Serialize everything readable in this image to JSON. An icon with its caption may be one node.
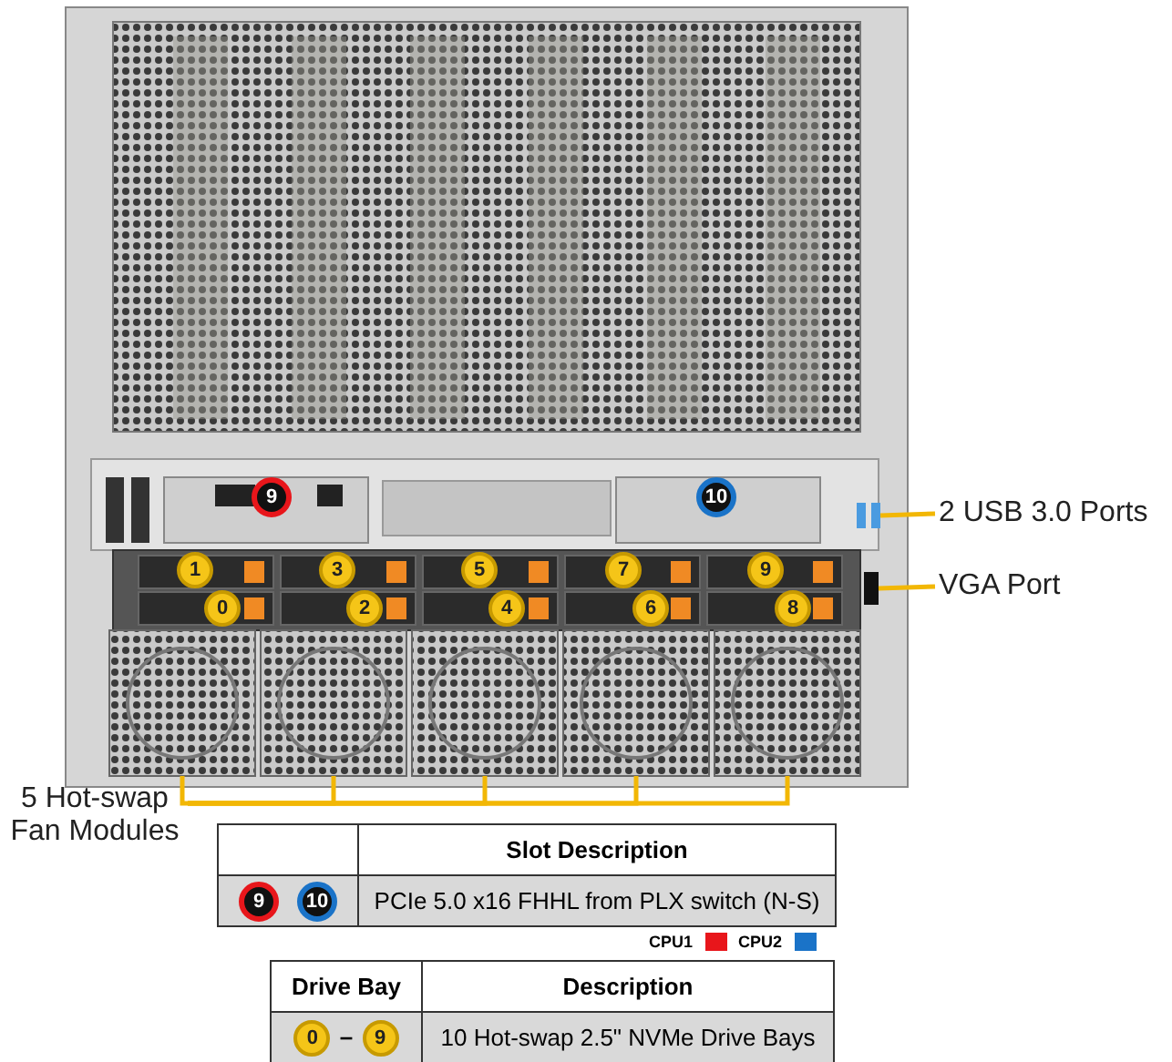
{
  "diagram": {
    "nodes": [
      {
        "text": [
          "2 USB 3.0 Ports"
        ]
      },
      {
        "text": [],
        "shape": "box"
      },
      {
        "text": [
          "VGA Port"
        ]
      },
      {
        "text": [],
        "shape": "box"
      },
      {
        "text": [
          "5 Hot-swap Fan Modules"
        ]
      },
      {
        "text": [],
        "shape": "box"
      },
      {
        "text": [],
        "shape": "box"
      },
      {
        "text": [],
        "shape": "box"
      },
      {
        "text": [],
        "shape": "box"
      },
      {
        "text": [],
        "shape": "box"
      }
    ],
    "edges": [
      {
        "from": 0,
        "to": 1,
        "arrow": "none"
      },
      {
        "from": 2,
        "to": 3,
        "arrow": "none"
      },
      {
        "from": 4,
        "to": 5,
        "arrow": "none"
      },
      {
        "from": 4,
        "to": 6,
        "arrow": "none"
      },
      {
        "from": 4,
        "to": 7,
        "arrow": "none"
      },
      {
        "from": 4,
        "to": 8,
        "arrow": "none"
      },
      {
        "from": 4,
        "to": 9,
        "arrow": "none"
      }
    ],
    "labels": [
      "9",
      "10",
      "1",
      "3",
      "5",
      "7",
      "9",
      "0",
      "2",
      "4",
      "6",
      "8",
      "Slot Description",
      "9",
      "10",
      "PCIe 5.0 x16 FHHL from PLX switch (N-S)",
      "Drive Bay",
      "Description",
      "0",
      "–",
      "9",
      "10 Hot-swap 2.5\" NVMe Drive Bays"
    ],
    "legend": [
      {
        "text": "CPU1",
        "color": "#e8161b"
      },
      {
        "text": "CPU2",
        "color": "#1a73c8"
      }
    ]
  }
}
